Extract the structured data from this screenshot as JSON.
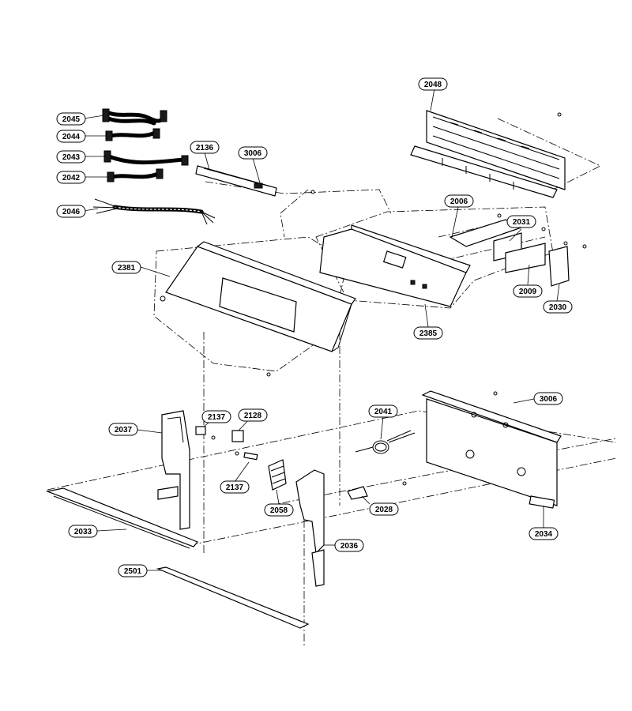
{
  "callouts": [
    {
      "id": "2045",
      "text": "2045"
    },
    {
      "id": "2044",
      "text": "2044"
    },
    {
      "id": "2043",
      "text": "2043"
    },
    {
      "id": "2042",
      "text": "2042"
    },
    {
      "id": "2046",
      "text": "2046"
    },
    {
      "id": "2136",
      "text": "2136"
    },
    {
      "id": "3006a",
      "text": "3006"
    },
    {
      "id": "2048",
      "text": "2048"
    },
    {
      "id": "2006",
      "text": "2006"
    },
    {
      "id": "2031",
      "text": "2031"
    },
    {
      "id": "2009",
      "text": "2009"
    },
    {
      "id": "2030",
      "text": "2030"
    },
    {
      "id": "2381",
      "text": "2381"
    },
    {
      "id": "2385",
      "text": "2385"
    },
    {
      "id": "2041",
      "text": "2041"
    },
    {
      "id": "3006b",
      "text": "3006"
    },
    {
      "id": "2137a",
      "text": "2137"
    },
    {
      "id": "2128",
      "text": "2128"
    },
    {
      "id": "2037",
      "text": "2037"
    },
    {
      "id": "2137b",
      "text": "2137"
    },
    {
      "id": "2058",
      "text": "2058"
    },
    {
      "id": "2028",
      "text": "2028"
    },
    {
      "id": "2033",
      "text": "2033"
    },
    {
      "id": "2036",
      "text": "2036"
    },
    {
      "id": "2034",
      "text": "2034"
    },
    {
      "id": "2501",
      "text": "2501"
    }
  ]
}
